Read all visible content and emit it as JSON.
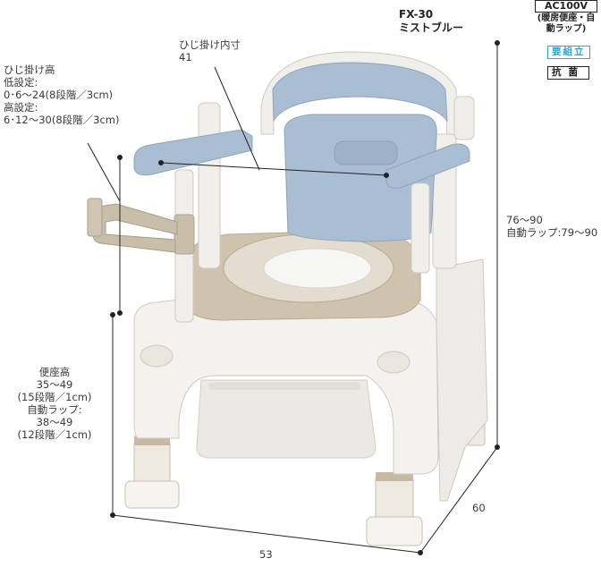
{
  "product": {
    "model": "FX-30",
    "color_name": "ミストブルー"
  },
  "badges": {
    "power_label": "AC100V",
    "power_note": "(暖房便座・自動ラップ)",
    "assembly": "要組立",
    "antibacterial": "抗菌"
  },
  "dimensions": {
    "armrest_height": {
      "title": "ひじ掛け高",
      "low_label": "低設定:",
      "low_value": "0･6〜24(8段階／3cm)",
      "high_label": "高設定:",
      "high_value": "6･12〜30(8段階／3cm)"
    },
    "armrest_inner": {
      "title": "ひじ掛け内寸",
      "value": "41"
    },
    "total_height": {
      "value": "76〜90",
      "auto_wrap": "自動ラップ:79〜90"
    },
    "seat_height": {
      "title": "便座高",
      "value": "35〜49",
      "steps": "(15段階／1cm)",
      "auto_wrap_label": "自動ラップ:",
      "auto_wrap_value": "38〜49",
      "auto_wrap_steps": "(12段階／1cm)"
    },
    "width": "53",
    "depth": "60"
  },
  "colors": {
    "seat_blue": "#a9bed3",
    "body_white": "#f3f2ef",
    "seat_beige": "#cfc3ae",
    "frame_beige": "#c9beaa"
  }
}
